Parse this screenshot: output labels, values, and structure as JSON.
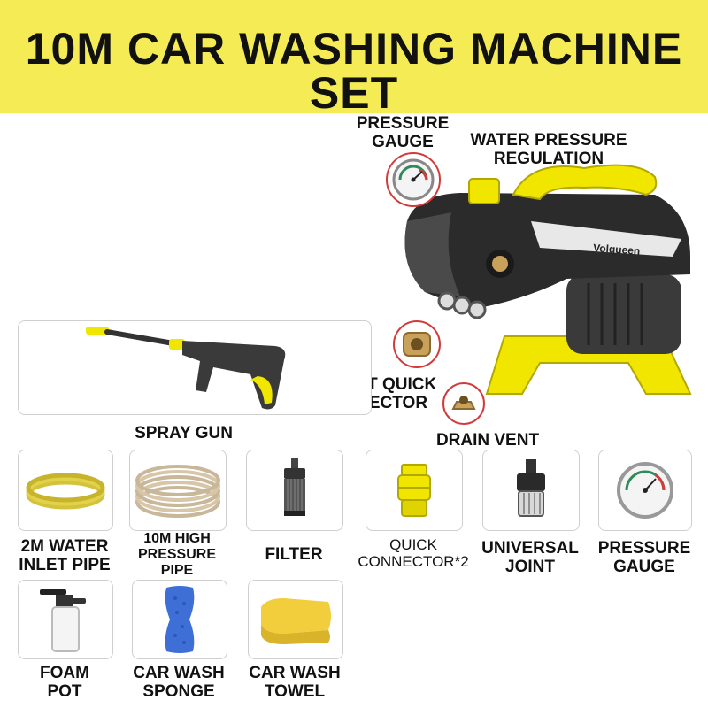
{
  "banner": {
    "title": "10M CAR WASHING MACHINE SET",
    "color": "#f5ec55"
  },
  "machine": {
    "brand": "Volqueen",
    "callouts": {
      "pressure_gauge": "PRESSURE\nGAUGE",
      "water_pressure_regulation": "WATER PRESSURE\nREGULATION",
      "outlet_quick_connector": "OUTLET QUICK\nCONNECTOR",
      "drain_vent": "DRAIN VENT"
    }
  },
  "spray_gun": {
    "label": "SPRAY GUN"
  },
  "accessories": {
    "row1": [
      {
        "label": "2M WATER\nINLET PIPE",
        "icon": "coiled-inlet-hose-icon"
      },
      {
        "label": "10M HIGH\nPRESSURE\nPIPE",
        "icon": "coiled-pressure-hose-icon"
      },
      {
        "label": "FILTER",
        "icon": "filter-icon"
      },
      {
        "label": "QUICK\nCONNECTOR*2",
        "icon": "quick-connector-icon"
      },
      {
        "label": "UNIVERSAL\nJOINT",
        "icon": "universal-joint-icon"
      },
      {
        "label": "PRESSURE\nGAUGE",
        "icon": "pressure-gauge-icon"
      }
    ],
    "row2": [
      {
        "label": "FOAM\nPOT",
        "icon": "foam-pot-icon"
      },
      {
        "label": "CAR WASH\nSPONGE",
        "icon": "sponge-icon"
      },
      {
        "label": "CAR WASH\nTOWEL",
        "icon": "towel-icon"
      }
    ]
  },
  "colors": {
    "accent_yellow": "#f0e600",
    "machine_dark": "#2a2a2a",
    "callout_red": "#d23b3b"
  }
}
